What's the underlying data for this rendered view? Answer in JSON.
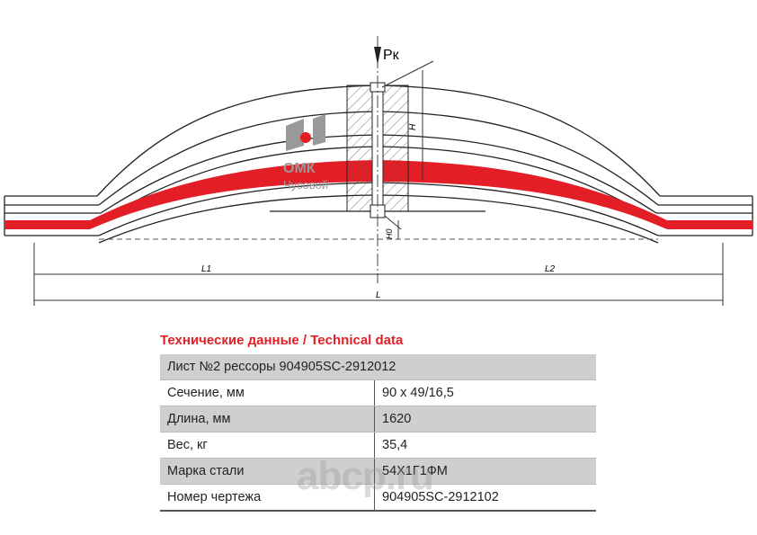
{
  "drawing": {
    "load_label": "Pк",
    "dim_l1": "L1",
    "dim_l2": "L2",
    "dim_l": "L",
    "dim_h": "H",
    "dim_h0": "H0",
    "logo_text": "ОМК",
    "logo_sub": "Чусовой",
    "accent": "#e41e26"
  },
  "table": {
    "title": "Технические данные / Technical data",
    "header": "Лист №2 рессоры 904905SC-2912012",
    "rows": [
      {
        "label": "Сечение, мм",
        "value": "90 x 49/16,5"
      },
      {
        "label": "Длина, мм",
        "value": "1620"
      },
      {
        "label": "Вес, кг",
        "value": "35,4"
      },
      {
        "label": "Марка стали",
        "value": "54Х1Г1ФМ"
      },
      {
        "label": "Номер чертежа",
        "value": "904905SC-2912102"
      }
    ]
  },
  "watermark": "abcp.ru"
}
